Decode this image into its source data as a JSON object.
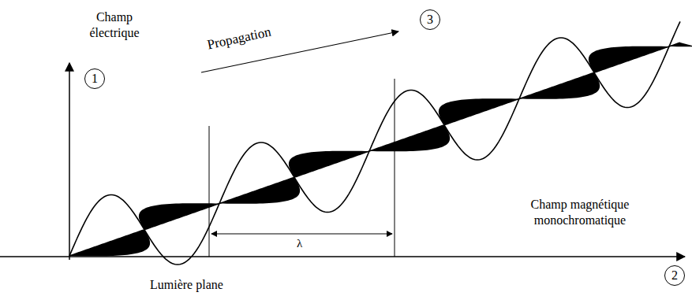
{
  "diagram": {
    "nodes": [
      {
        "text": [
          "3"
        ]
      },
      {
        "text": [
          "1"
        ]
      },
      {
        "text": [
          "2"
        ]
      }
    ],
    "labels": [
      "Champ électrique",
      "Propagation",
      "Champ magnétique monochromatique",
      "λ",
      "Lumière plane"
    ]
  }
}
